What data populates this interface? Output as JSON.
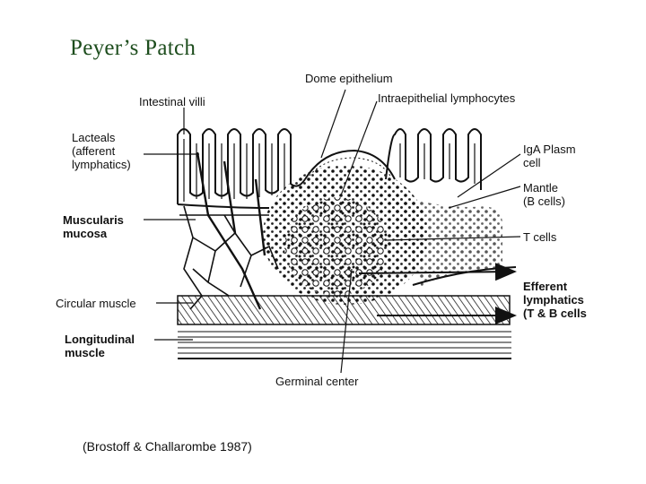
{
  "slide": {
    "title": "Peyer’s Patch"
  },
  "labels": {
    "intestinal_villi": "Intestinal villi",
    "dome_epithelium": "Dome epithelium",
    "intraepithelial_lymphocytes": "Intraepithelial lymphocytes",
    "lacteals": "Lacteals\n(afferent\nlymphatics)",
    "iga_plasma_cell": "IgA Plasm\ncell",
    "mantle": "Mantle\n(B cells)",
    "muscularis_mucosa": "Muscularis\nmucosa",
    "t_cells": "T cells",
    "circular_muscle": "Circular muscle",
    "efferent_lymphatics": "Efferent\nlymphatics\n(T & B cells",
    "longitudinal_muscle": "Longitudinal\nmuscle",
    "germinal_center": "Germinal center"
  },
  "citation": "(Brostoff & Challarombe 1987)"
}
